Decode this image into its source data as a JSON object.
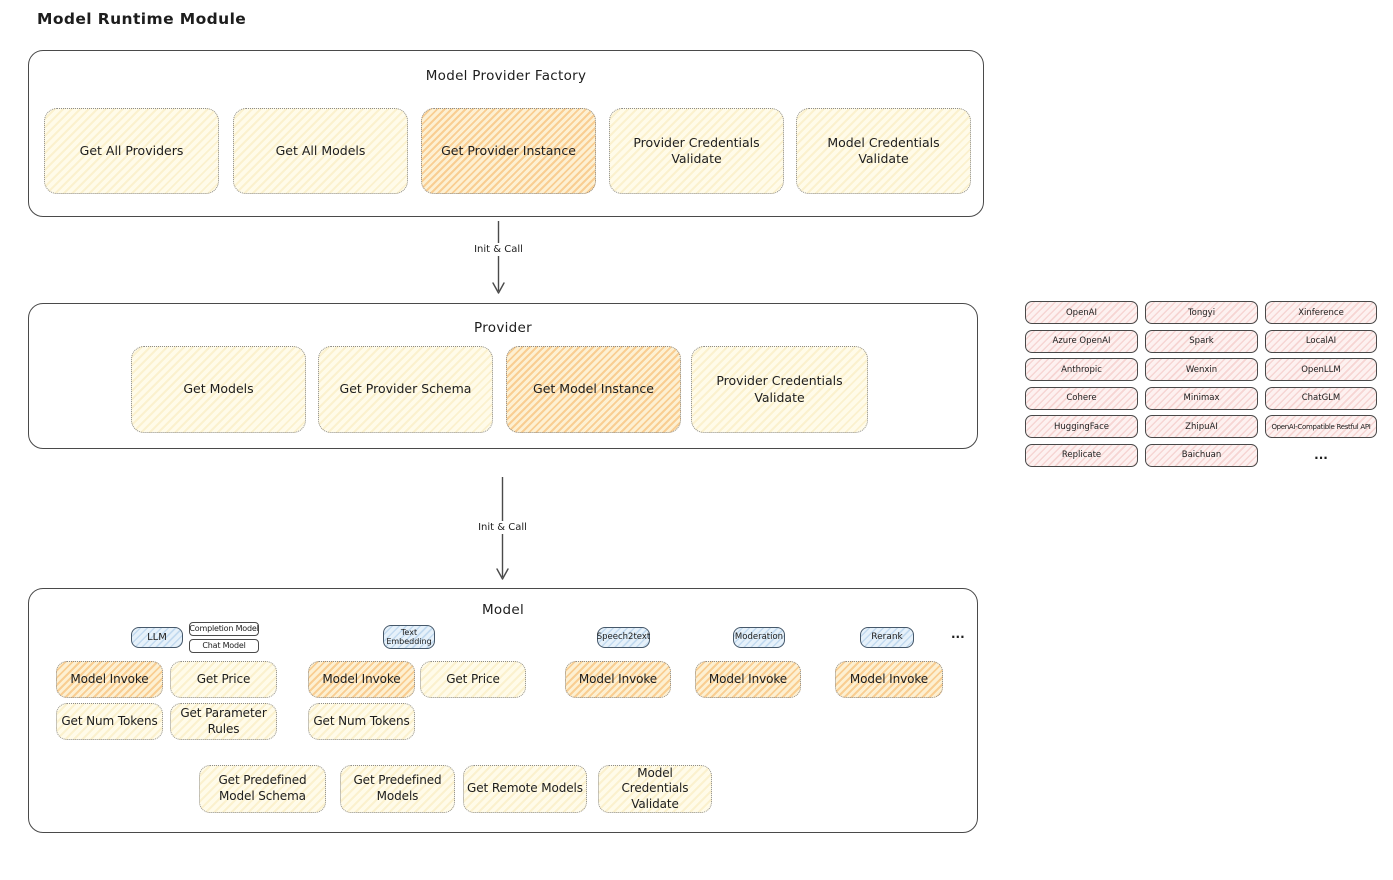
{
  "page": {
    "title": "Model Runtime Module"
  },
  "colors": {
    "highlight_fill": "#f5a73d",
    "light_fill": "#fdf7e3",
    "provider_pill_fill": "#fbe4e2",
    "tab_fill": "#d8e9f8",
    "stroke": "#4a4a4a"
  },
  "factory": {
    "title": "Model Provider Factory",
    "buttons": [
      {
        "label": "Get All Providers",
        "highlighted": false
      },
      {
        "label": "Get All Models",
        "highlighted": false
      },
      {
        "label": "Get Provider Instance",
        "highlighted": true
      },
      {
        "label": "Provider Credentials Validate",
        "highlighted": false
      },
      {
        "label": "Model Credentials Validate",
        "highlighted": false
      }
    ]
  },
  "arrows": [
    {
      "label": "Init & Call"
    },
    {
      "label": "Init & Call"
    }
  ],
  "provider": {
    "title": "Provider",
    "buttons": [
      {
        "label": "Get Models",
        "highlighted": false
      },
      {
        "label": "Get Provider Schema",
        "highlighted": false
      },
      {
        "label": "Get Model Instance",
        "highlighted": true
      },
      {
        "label": "Provider Credentials Validate",
        "highlighted": false
      }
    ]
  },
  "provider_list": {
    "items": [
      "OpenAI",
      "Tongyi",
      "Xinference",
      "Azure OpenAI",
      "Spark",
      "LocalAI",
      "Anthropic",
      "Wenxin",
      "OpenLLM",
      "Cohere",
      "Minimax",
      "ChatGLM",
      "HuggingFace",
      "ZhipuAI",
      "OpenAI-Compatible Restful API",
      "Replicate",
      "Baichuan"
    ],
    "more": "..."
  },
  "model": {
    "title": "Model",
    "tabs": {
      "llm": "LLM",
      "completion": "Completion Model",
      "chat": "Chat Model",
      "text_embedding": "Text Embedding",
      "speech2text": "Speech2text",
      "moderation": "Moderation",
      "rerank": "Rerank",
      "more": "..."
    },
    "llm_group": {
      "model_invoke": "Model Invoke",
      "get_price": "Get Price",
      "get_num_tokens": "Get Num Tokens",
      "get_parameter_rules": "Get Parameter Rules"
    },
    "text_embedding_group": {
      "model_invoke": "Model Invoke",
      "get_price": "Get Price",
      "get_num_tokens": "Get Num Tokens"
    },
    "speech2text_group": {
      "model_invoke": "Model Invoke"
    },
    "moderation_group": {
      "model_invoke": "Model Invoke"
    },
    "rerank_group": {
      "model_invoke": "Model Invoke"
    },
    "bottom_buttons": [
      "Get Predefined Model Schema",
      "Get Predefined Models",
      "Get Remote Models",
      "Model Credentials Validate"
    ]
  }
}
